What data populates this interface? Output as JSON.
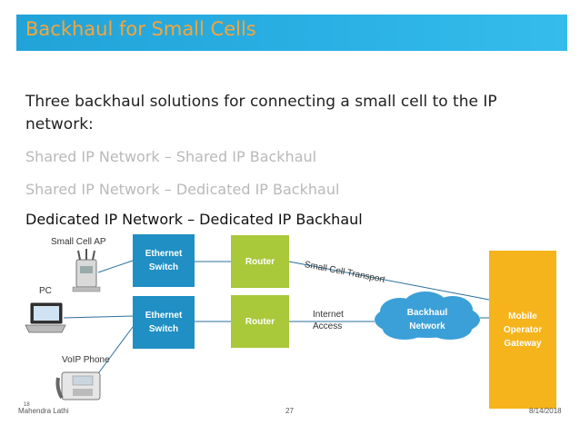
{
  "slide": {
    "title": "Backhaul for Small Cells",
    "intro": "Three backhaul solutions for connecting a small cell to the IP network:",
    "bullets": [
      "Shared IP Network – Shared IP Backhaul",
      "Shared IP Network – Dedicated IP Backhaul",
      "Dedicated IP Network – Dedicated IP Backhaul"
    ]
  },
  "diagram": {
    "devices": {
      "small_cell": "Small Cell AP",
      "pc": "PC",
      "voip": "VoIP Phone"
    },
    "ethernet_switch_top": "Ethernet Switch",
    "ethernet_switch_bottom": "Ethernet Switch",
    "router_top": "Router",
    "router_bottom": "Router",
    "small_cell_transport": "Small Cell Transport",
    "internet_access": "Internet Access",
    "backhaul_network": "Backhaul Network",
    "gateway": "Mobile Operator Gateway"
  },
  "footer": {
    "author": "Mahendra Lathi",
    "page": "27",
    "date": "8/14/2018",
    "slide_number": "18"
  },
  "colors": {
    "title_band": "#2ab0e4",
    "title_text": "#f6a53a",
    "switch": "#1f8fc4",
    "router": "#a9c83a",
    "gateway": "#f5b41b",
    "cloud": "#3b9fd8",
    "link": "#2a6f9a"
  }
}
